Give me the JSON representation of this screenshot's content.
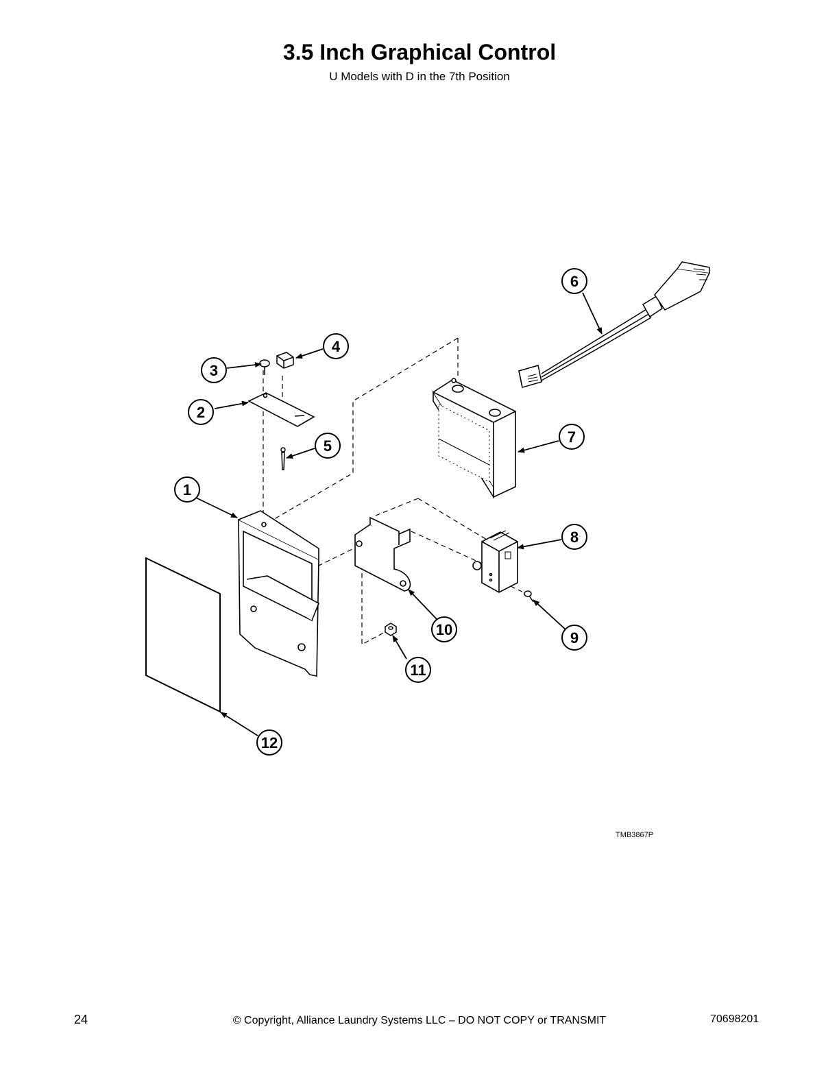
{
  "header": {
    "title": "3.5 Inch Graphical Control",
    "subtitle": "U Models with D in the 7th Position"
  },
  "diagram": {
    "figure_id": "TMB3867P",
    "callouts": [
      "1",
      "2",
      "3",
      "4",
      "5",
      "6",
      "7",
      "8",
      "9",
      "10",
      "11",
      "12"
    ]
  },
  "footer": {
    "page_number": "24",
    "copyright": "© Copyright, Alliance Laundry Systems LLC – DO NOT COPY or TRANSMIT",
    "doc_number": "70698201"
  }
}
